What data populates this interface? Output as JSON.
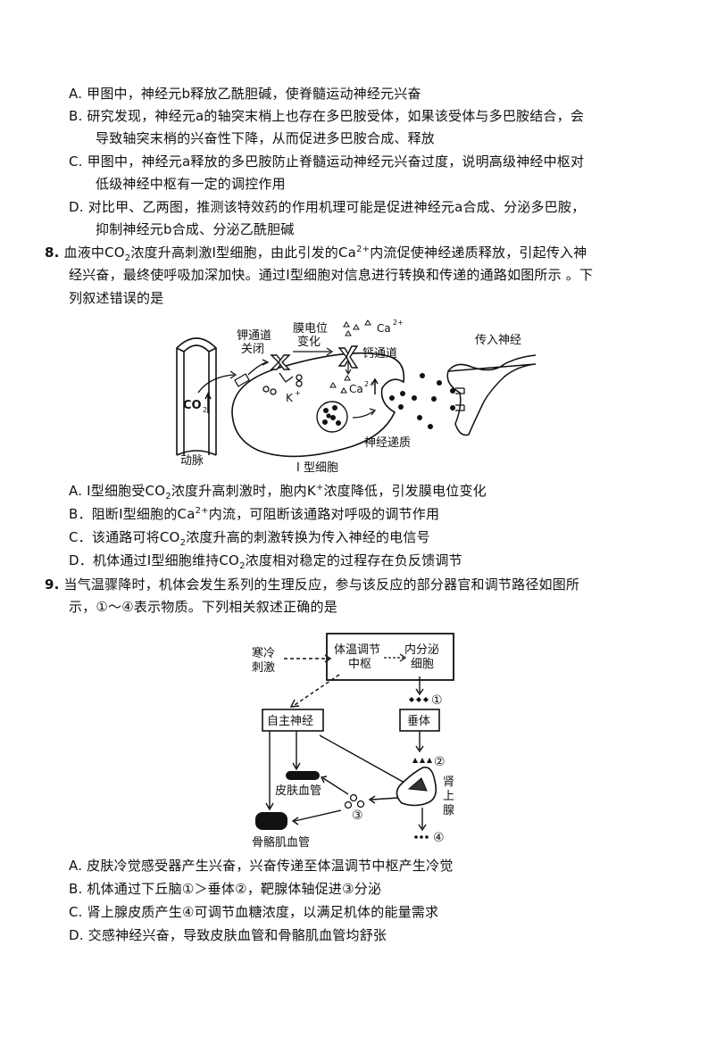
{
  "q7_options": {
    "A": "A. 甲图中，神经元b释放乙酰胆碱，使脊髓运动神经元兴奋",
    "B_line1": "B. 研究发现，神经元a的轴突末梢上也存在多巴胺受体，如果该受体与多巴胺结合，会",
    "B_line2": "导致轴突末梢的兴奋性下降，从而促进多巴胺合成、释放",
    "C_line1": "C. 甲图中，神经元a释放的多巴胺防止脊髓运动神经元兴奋过度，说明高级神经中枢对",
    "C_line2": "低级神经中枢有一定的调控作用",
    "D_line1": "D. 对比甲、乙两图，推测该特效药的作用机理可能是促进神经元a合成、分泌多巴胺，",
    "D_line2": "抑制神经元b合成、分泌乙酰胆碱"
  },
  "q8": {
    "number": "8.",
    "stem_line1_a": "血液中CO",
    "stem_line1_sub": "2",
    "stem_line1_b": "浓度升高刺激Ⅰ型细胞，由此引发的Ca",
    "stem_line1_sup": "2+",
    "stem_line1_c": "内流促使神经递质释放，引起传入神",
    "stem_line2": "经兴奋，最终使呼吸加深加快。通过Ⅰ型细胞对信息进行转换和传递的通路如图所示 。下",
    "stem_line3": "列叙述错误的是",
    "diagram": {
      "artery": "动脉",
      "co2": "CO",
      "co2_sub": "2",
      "k_channel_line1": "钾通道",
      "k_channel_line2": "关闭",
      "membrane_line1": "膜电位",
      "membrane_line2": "变化",
      "ca_top": "Ca",
      "ca_sup": "2+",
      "ca_channel": "钙通道",
      "ca_inner": "Ca",
      "k_ion": "K",
      "k_sup": "+",
      "afferent_nerve": "传入神经",
      "neurotransmitter": "神经递质",
      "cell_type": "Ⅰ 型细胞"
    },
    "options": {
      "A_a": "A. Ⅰ型细胞受CO",
      "A_sub": "2",
      "A_b": "浓度升高刺激时，胞内K",
      "A_sup": "+",
      "A_c": "浓度降低，引发膜电位变化",
      "B_a": "B．阻断Ⅰ型细胞的Ca",
      "B_sup": "2+",
      "B_b": "内流，可阻断该通路对呼吸的调节作用",
      "C_a": "C．该通路可将CO",
      "C_sub": "2",
      "C_b": "浓度升高的刺激转换为传入神经的电信号",
      "D_a": "D．机体通过Ⅰ型细胞维持CO",
      "D_sub": "2",
      "D_b": "浓度相对稳定的过程存在负反馈调节"
    }
  },
  "q9": {
    "number": "9.",
    "stem_line1": "当气温骤降时，机体会发生系列的生理反应，参与该反应的部分器官和调节路径如图所",
    "stem_line2": "示，①～④表示物质。下列相关叙述正确的是",
    "diagram": {
      "cold_line1": "寒冷",
      "cold_line2": "刺激",
      "center_line1": "体温调节",
      "center_line2": "中枢",
      "endocrine_line1": "内分泌",
      "endocrine_line2": "细胞",
      "m1": "①",
      "autonomic": "自主神经",
      "pituitary": "垂体",
      "m2": "②",
      "adrenal_1": "肾",
      "adrenal_2": "上",
      "adrenal_3": "腺",
      "skin_vessel": "皮肤血管",
      "m3": "③",
      "muscle_vessel": "骨骼肌血管",
      "m4": "④"
    },
    "options": {
      "A": "A. 皮肤冷觉感受器产生兴奋，兴奋传递至体温调节中枢产生冷觉",
      "B": "B. 机体通过下丘脑①＞垂体②，靶腺体轴促进③分泌",
      "C": "C. 肾上腺皮质产生④可调节血糖浓度，以满足机体的能量需求",
      "D": "D. 交感神经兴奋，导致皮肤血管和骨骼肌血管均舒张"
    }
  }
}
